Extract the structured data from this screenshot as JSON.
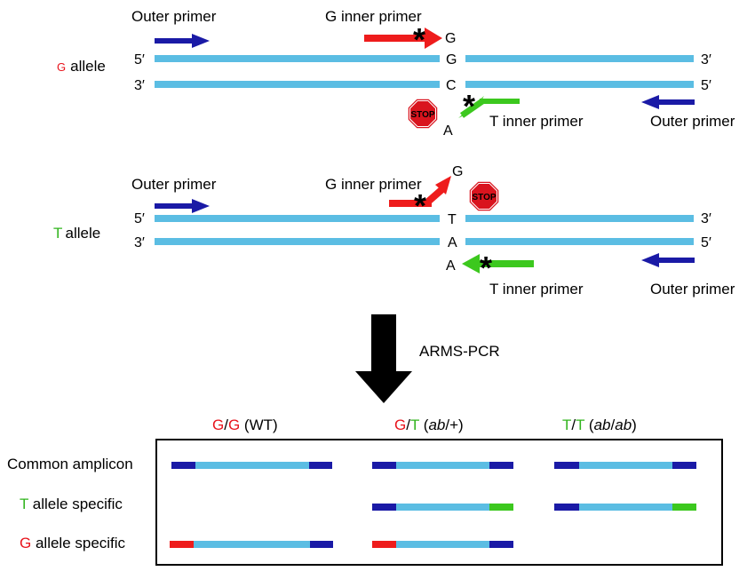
{
  "colors": {
    "strand": "#5bbde3",
    "outer": "#1a1aa6",
    "g_primer": "#ee1c1c",
    "t_primer": "#3cc81e",
    "g_text": "#e8141c",
    "t_text": "#32b41e",
    "arrow": "#000000",
    "stop": "#d9141e"
  },
  "labels": {
    "outer_primer": "Outer primer",
    "g_inner_primer": "G inner primer",
    "t_inner_primer": "T inner primer",
    "allele_word": "allele",
    "five_prime": "5′",
    "three_prime": "3′",
    "stop": "STOP",
    "asterisk": "*"
  },
  "g_allele": {
    "letter": "G",
    "top_base": "G",
    "bottom_base": "C",
    "g_primer_tip": "G",
    "t_primer_tip": "A"
  },
  "t_allele": {
    "letter": "T",
    "top_base": "T",
    "bottom_base": "A",
    "g_primer_tip": "G",
    "t_primer_tip": "A"
  },
  "process": {
    "label": "ARMS-PCR"
  },
  "genotypes": [
    {
      "a1": "G",
      "sep": "/",
      "a2": "G",
      "open": " (",
      "note": "WT",
      "close": ")"
    },
    {
      "a1": "G",
      "sep": "/",
      "a2": "T",
      "open": " (",
      "note": "ab",
      "mid": "/+",
      "close": ")"
    },
    {
      "a1": "T",
      "sep": "/",
      "a2": "T",
      "open": " (",
      "note": "ab",
      "mid": "/",
      "note2": "ab",
      "close": ")"
    }
  ],
  "rows": {
    "common": "Common amplicon",
    "t_specific_letter": "T",
    "t_specific_rest": " allele specific",
    "g_specific_letter": "G",
    "g_specific_rest": " allele specific"
  }
}
